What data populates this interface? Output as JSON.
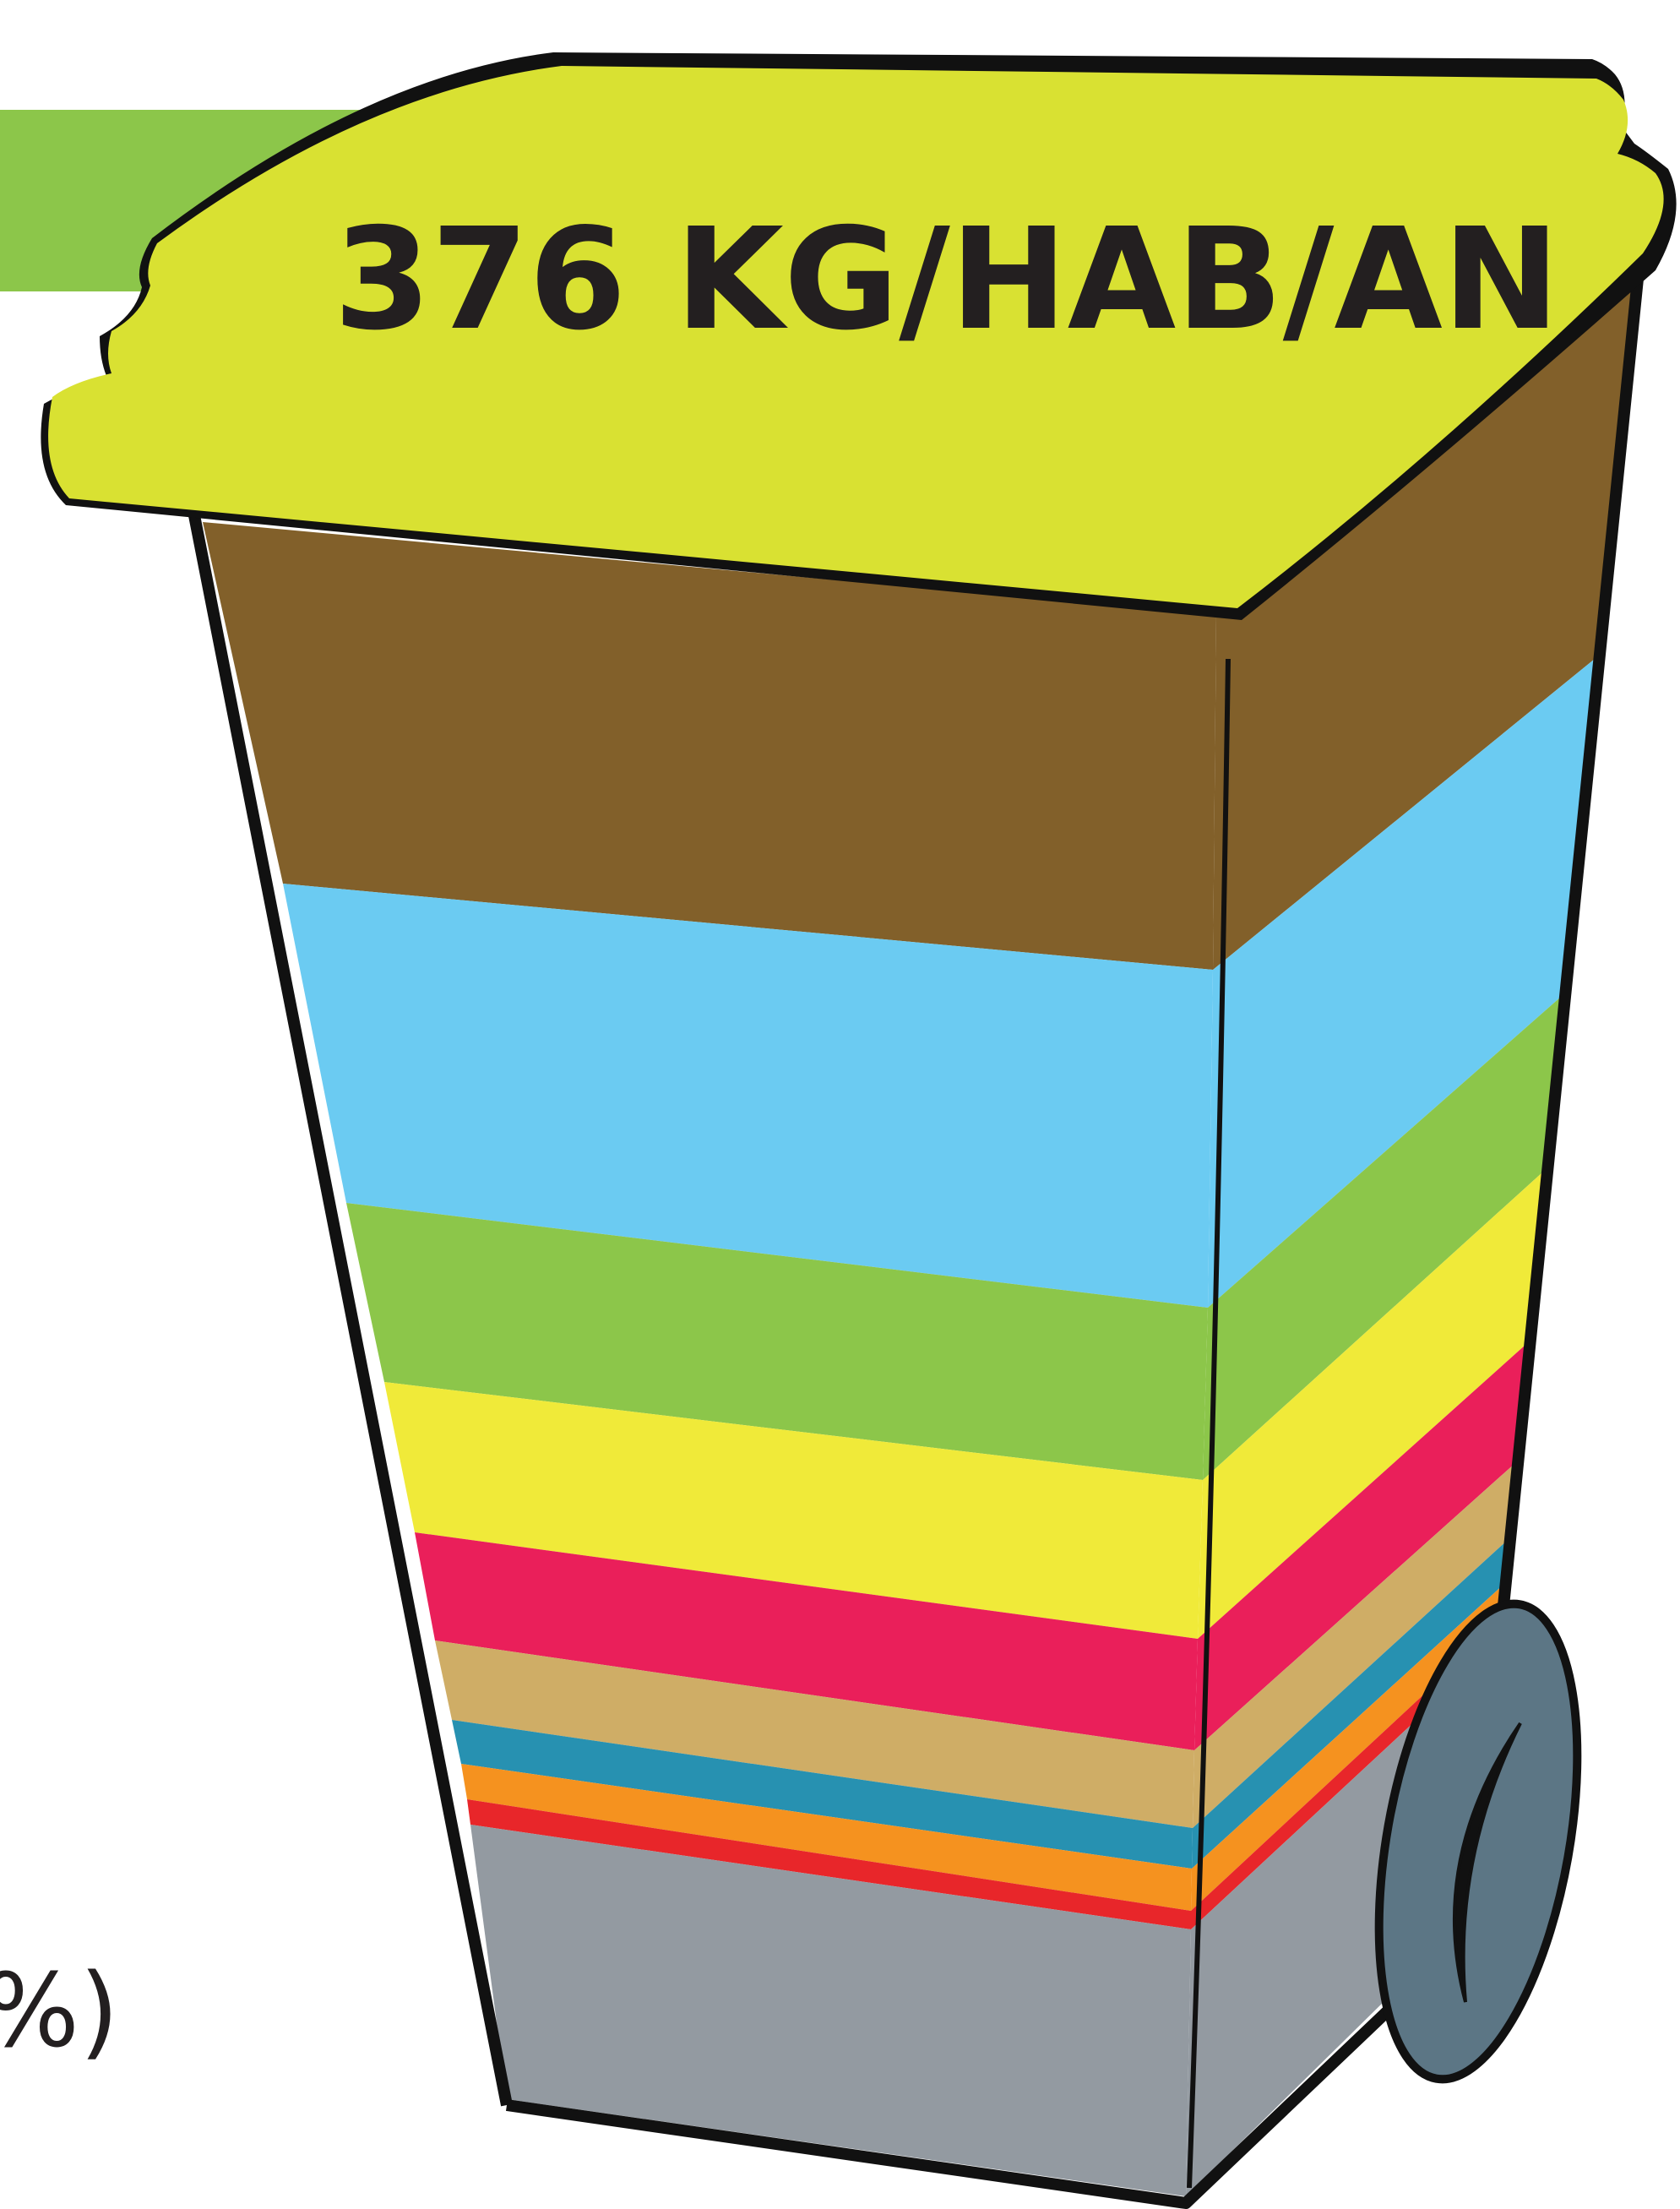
{
  "lid": {
    "text": "376 KG/HAB/AN"
  },
  "partial_text": "%)",
  "colors": {
    "lid": "#d9e132",
    "green_banner": "#8cc64a",
    "outline": "#111111",
    "wheel": "#5c7685"
  },
  "layers": [
    {
      "name": "layer-brown",
      "color": "#82602a"
    },
    {
      "name": "layer-sky",
      "color": "#6bcbf2"
    },
    {
      "name": "layer-green",
      "color": "#8cc64a"
    },
    {
      "name": "layer-yellow",
      "color": "#f0ea39"
    },
    {
      "name": "layer-pink",
      "color": "#ea1f5a"
    },
    {
      "name": "layer-tan",
      "color": "#cfad66"
    },
    {
      "name": "layer-teal",
      "color": "#2791b1"
    },
    {
      "name": "layer-orange",
      "color": "#f5921f"
    },
    {
      "name": "layer-red",
      "color": "#e8262a"
    },
    {
      "name": "layer-grey",
      "color": "#939aa1"
    }
  ]
}
